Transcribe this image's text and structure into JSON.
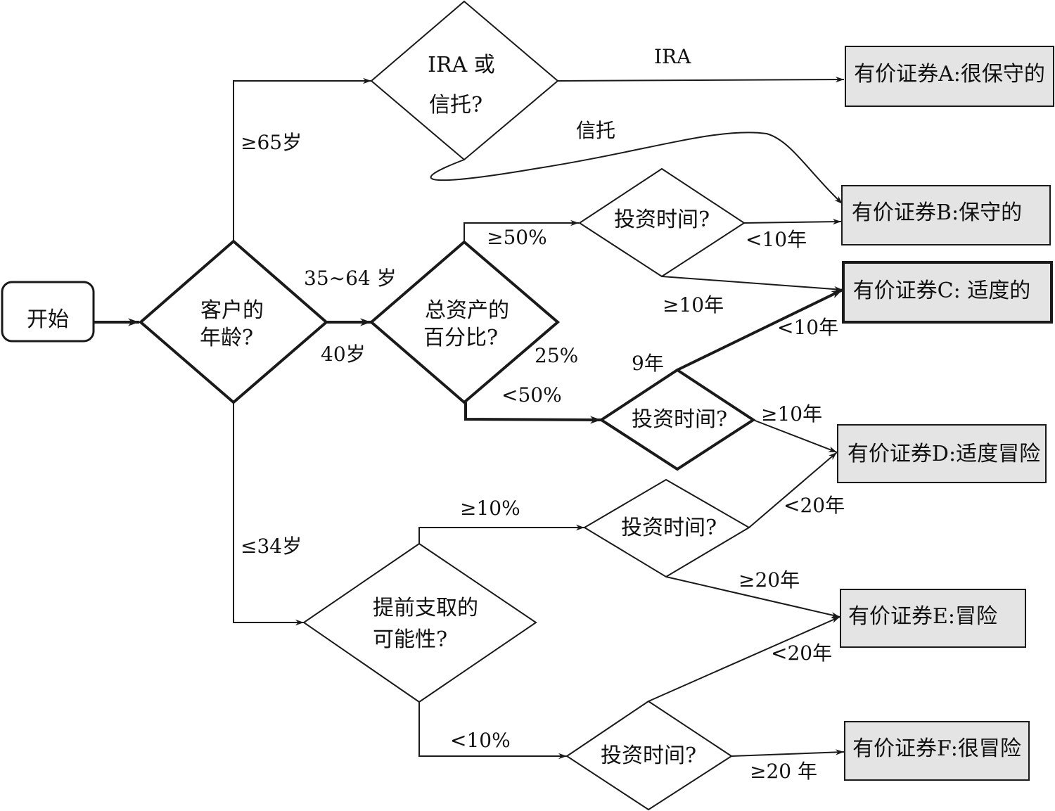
{
  "nodes": {
    "start": "开始",
    "age": [
      "客户的",
      "年龄?"
    ],
    "ira_trust": [
      "IRA 或",
      "信托?"
    ],
    "asset_pct": [
      "总资产的",
      "百分比?"
    ],
    "time_upper": "投资时间?",
    "time_mid": "投资时间?",
    "early_withdraw": [
      "提前支取的",
      "可能性?"
    ],
    "time_lower_upper": "投资时间?",
    "time_lower_lower": "投资时间?"
  },
  "outcomes": {
    "a": "有价证券A:很保守的",
    "b": "有价证券B:保守的",
    "c": "有价证券C: 适度的",
    "d": "有价证券D:适度冒险",
    "e": "有价证券E:冒险",
    "f": "有价证券F:很冒险"
  },
  "edge_labels": {
    "age_65": "≥65岁",
    "age_35_64": "35~64 岁",
    "age_40": "40岁",
    "age_34": "≤34岁",
    "ira": "IRA",
    "trust": "信托",
    "pct_ge50": "≥50%",
    "pct_lt50": "<50%",
    "pct_25": "25%",
    "t_lt10_b": "<10年",
    "t_ge10_c": "≥10年",
    "t_9": "9年",
    "t_lt10_c": "<10年",
    "t_ge10_d": "≥10年",
    "w_ge10": "≥10%",
    "w_lt10": "<10%",
    "t_lt20_d": "<20年",
    "t_ge20_e": "≥20年",
    "t_lt20_e": "<20年",
    "t_ge20_f": "≥20 年"
  }
}
